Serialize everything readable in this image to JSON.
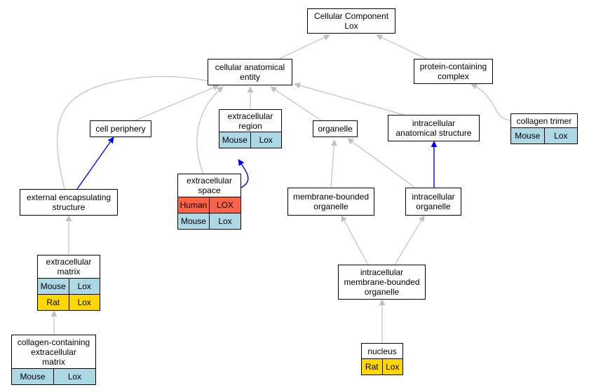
{
  "nodes": {
    "cc": {
      "label": "Cellular Component\nLox"
    },
    "cae": {
      "label": "cellular anatomical\nentity"
    },
    "pcc": {
      "label": "protein-containing\ncomplex"
    },
    "cp": {
      "label": "cell periphery"
    },
    "er": {
      "label": "extracellular\nregion",
      "rows": [
        [
          "Mouse",
          "Lox"
        ]
      ]
    },
    "org": {
      "label": "organelle"
    },
    "ias": {
      "label": "intracellular\nanatomical structure"
    },
    "ct": {
      "label": "collagen trimer",
      "rows": [
        [
          "Mouse",
          "Lox"
        ]
      ]
    },
    "ees": {
      "label": "external encapsulating\nstructure"
    },
    "es": {
      "label": "extracellular\nspace",
      "rows": [
        [
          "Human",
          "LOX"
        ],
        [
          "Mouse",
          "Lox"
        ]
      ]
    },
    "mbo": {
      "label": "membrane-bounded\norganelle"
    },
    "io": {
      "label": "intracellular\norganelle"
    },
    "em": {
      "label": "extracellular\nmatrix",
      "rows": [
        [
          "Mouse",
          "Lox"
        ],
        [
          "Rat",
          "Lox"
        ]
      ]
    },
    "imbo": {
      "label": "intracellular\nmembrane-bounded\norganelle"
    },
    "ccem": {
      "label": "collagen-containing\nextracellular\nmatrix",
      "rows": [
        [
          "Mouse",
          "Lox"
        ]
      ]
    },
    "nuc": {
      "label": "nucleus",
      "rows": [
        [
          "Rat",
          "Lox"
        ]
      ]
    }
  },
  "row_colors": {
    "Mouse": "#add8e6",
    "Rat": "#ffd700",
    "Human": "#ff6347"
  },
  "edge_colors": {
    "is_a": "#c0c0c0",
    "part_of": "#0000ff"
  }
}
